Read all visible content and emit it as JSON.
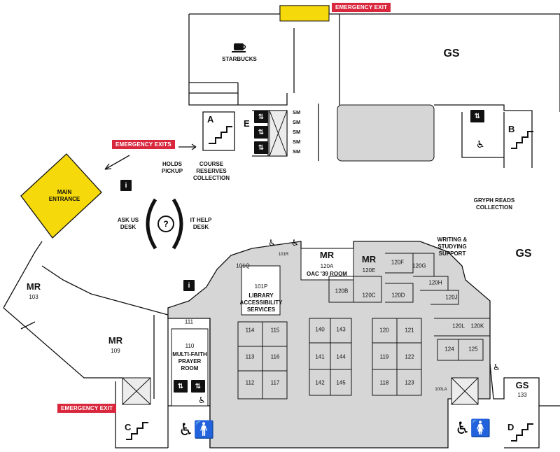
{
  "emergency_exit_top": "EMERGENCY EXIT",
  "emergency_exits_main": "EMERGENCY EXITS",
  "emergency_exit_bottom": "EMERGENCY EXIT",
  "labels": {
    "starbucks": "STARBUCKS",
    "gs_top": "GS",
    "gs_right": "GS",
    "gs_133": "GS",
    "gs_133_num": "133",
    "main_entrance_1": "MAIN",
    "main_entrance_2": "ENTRANCE",
    "holds_1": "HOLDS",
    "holds_2": "PICKUP",
    "course_1": "COURSE",
    "course_2": "RESERVES",
    "course_3": "COLLECTION",
    "ask_1": "ASK US",
    "ask_2": "DESK",
    "it_1": "IT HELP",
    "it_2": "DESK",
    "gryph_1": "GRYPH READS",
    "gryph_2": "COLLECTION",
    "writing_1": "WRITING &",
    "writing_2": "STUDYING",
    "writing_3": "SUPPORT",
    "mr_103": "MR",
    "mr_103_num": "103",
    "mr_109": "MR",
    "mr_109_num": "109",
    "mr_120a": "MR",
    "mr_120a_num": "120A",
    "mr_120a_name": "OAC '39 ROOM",
    "mr_120e": "MR",
    "mr_120e_num": "120E",
    "r101p": "101P",
    "r101p_1": "LIBRARY",
    "r101p_2": "ACCESSIBILITY",
    "r101p_3": "SERVICES",
    "r110": "110",
    "r110_1": "MULTI-FAITH",
    "r110_2": "PRAYER",
    "r110_3": "ROOM",
    "stair_a": "A",
    "stair_b": "B",
    "stair_c": "C",
    "stair_d": "D",
    "elevator_e": "E",
    "sm": "SM"
  },
  "rooms": [
    "101Q",
    "101R",
    "120F",
    "120G",
    "120H",
    "120J",
    "120B",
    "120C",
    "120D",
    "120L",
    "120K",
    "111",
    "114",
    "115",
    "113",
    "116",
    "112",
    "117",
    "140",
    "143",
    "141",
    "144",
    "142",
    "145",
    "120",
    "121",
    "119",
    "122",
    "118",
    "123",
    "124",
    "125",
    "100LA"
  ],
  "colors": {
    "exit_red": "#d9273d",
    "entrance_yellow": "#f5d90a",
    "room_grey": "#d6d6d6",
    "wall": "#111111"
  }
}
